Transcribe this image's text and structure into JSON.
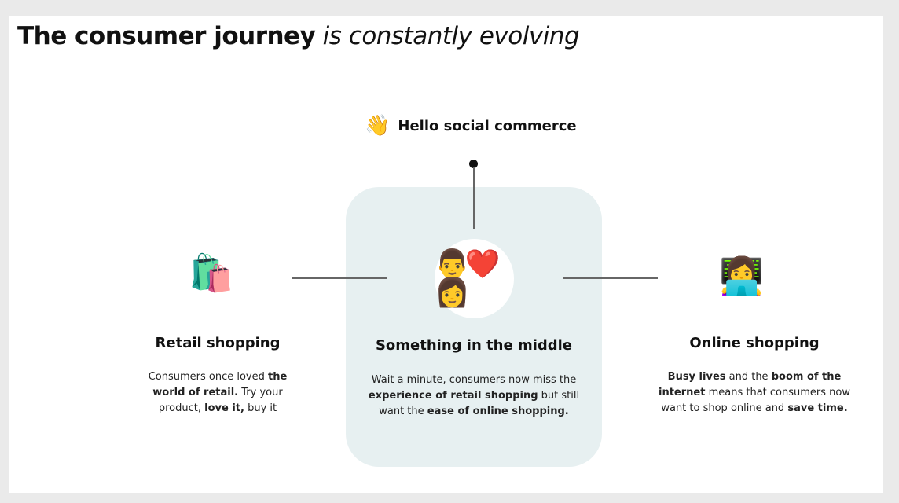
{
  "title": {
    "bold": "The consumer journey",
    "italic": "is constantly evolving"
  },
  "top": {
    "icon": "waving-hand-icon",
    "emoji": "👋",
    "label": "Hello social commerce"
  },
  "left": {
    "icon": "shopping-bags-icon",
    "emoji": "🛍️",
    "heading": "Retail shopping",
    "body": [
      {
        "t": "Consumers once loved ",
        "b": false
      },
      {
        "t": "the world of retail.",
        "b": true
      },
      {
        "t": " Try your product, ",
        "b": false
      },
      {
        "t": "love it,",
        "b": true
      },
      {
        "t": " buy it",
        "b": false
      }
    ]
  },
  "middle": {
    "icon": "couple-with-heart-icon",
    "emoji": "👨❤️👩",
    "heading": "Something in the middle",
    "body": [
      {
        "t": "Wait a minute, consumers now miss the ",
        "b": false
      },
      {
        "t": "experience of retail shopping",
        "b": true
      },
      {
        "t": " but still want the ",
        "b": false
      },
      {
        "t": "ease of online shopping.",
        "b": true
      }
    ]
  },
  "right": {
    "icon": "person-with-laptop-icon",
    "emoji": "👩‍💻",
    "heading": "Online shopping",
    "body": [
      {
        "t": "Busy lives",
        "b": true
      },
      {
        "t": " and the ",
        "b": false
      },
      {
        "t": "boom of the internet",
        "b": true
      },
      {
        "t": " means that consumers now want to shop online and ",
        "b": false
      },
      {
        "t": "save time.",
        "b": true
      }
    ]
  },
  "colors": {
    "panel": "#e7f0f1",
    "text": "#111111",
    "line": "#666666"
  }
}
